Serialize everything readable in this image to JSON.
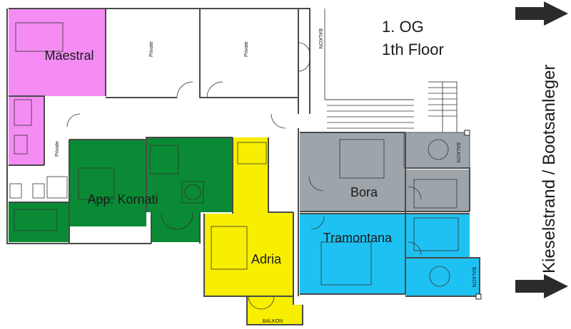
{
  "floor": {
    "title_line1": "1. OG",
    "title_line2": "1th Floor"
  },
  "rooms": {
    "maestral": "Maestral",
    "kornati": "App: Kornati",
    "adria": "Adria",
    "bora": "Bora",
    "tramontana": "Tramontana"
  },
  "small_labels": {
    "private_1": "Private",
    "private_2": "Private",
    "private_3": "Private",
    "balkon_top": "BALKON",
    "balkon_bora": "BALKON",
    "balkon_tramontana": "BALKON",
    "balkon_bottom": "BALKON"
  },
  "side_label": "Kieselstrand / Bootsanleger",
  "colors": {
    "maestral": "#f48cf4",
    "kornati": "#0a8a34",
    "adria": "#f7ee00",
    "bora": "#9ea5aa",
    "tramontana": "#1ec2f2",
    "arrow": "#2b2b2b"
  }
}
